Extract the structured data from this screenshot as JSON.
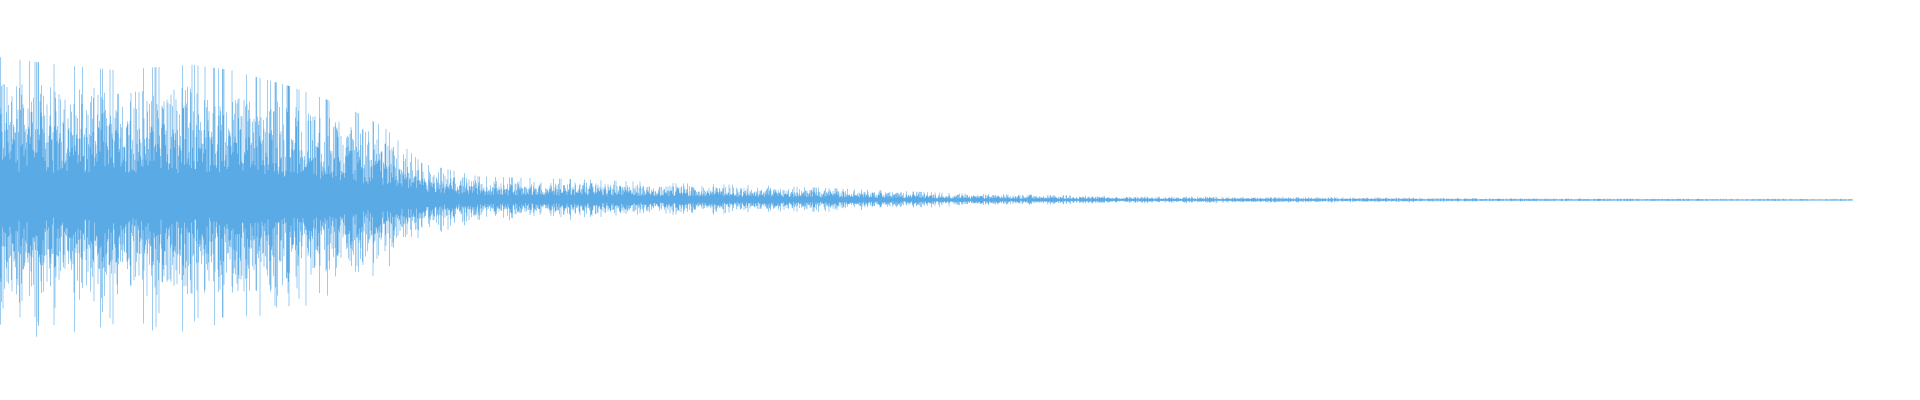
{
  "waveform": {
    "color": "#5aaae6",
    "background": "#ffffff",
    "description_level": "audio-waveform",
    "envelope": [
      {
        "t": 0.0,
        "amp": 0.55
      },
      {
        "t": 0.03,
        "amp": 0.52
      },
      {
        "t": 0.06,
        "amp": 0.5
      },
      {
        "t": 0.1,
        "amp": 0.52
      },
      {
        "t": 0.12,
        "amp": 0.5
      },
      {
        "t": 0.15,
        "amp": 0.44
      },
      {
        "t": 0.18,
        "amp": 0.36
      },
      {
        "t": 0.2,
        "amp": 0.28
      },
      {
        "t": 0.22,
        "amp": 0.14
      },
      {
        "t": 0.25,
        "amp": 0.09
      },
      {
        "t": 0.3,
        "amp": 0.08
      },
      {
        "t": 0.35,
        "amp": 0.065
      },
      {
        "t": 0.4,
        "amp": 0.055
      },
      {
        "t": 0.45,
        "amp": 0.04
      },
      {
        "t": 0.5,
        "amp": 0.025
      },
      {
        "t": 0.55,
        "amp": 0.018
      },
      {
        "t": 0.6,
        "amp": 0.014
      },
      {
        "t": 0.7,
        "amp": 0.01
      },
      {
        "t": 0.8,
        "amp": 0.006
      },
      {
        "t": 0.9,
        "amp": 0.005
      },
      {
        "t": 0.965,
        "amp": 0.004
      },
      {
        "t": 1.0,
        "amp": 0.0
      }
    ],
    "end_fraction": 0.965
  }
}
